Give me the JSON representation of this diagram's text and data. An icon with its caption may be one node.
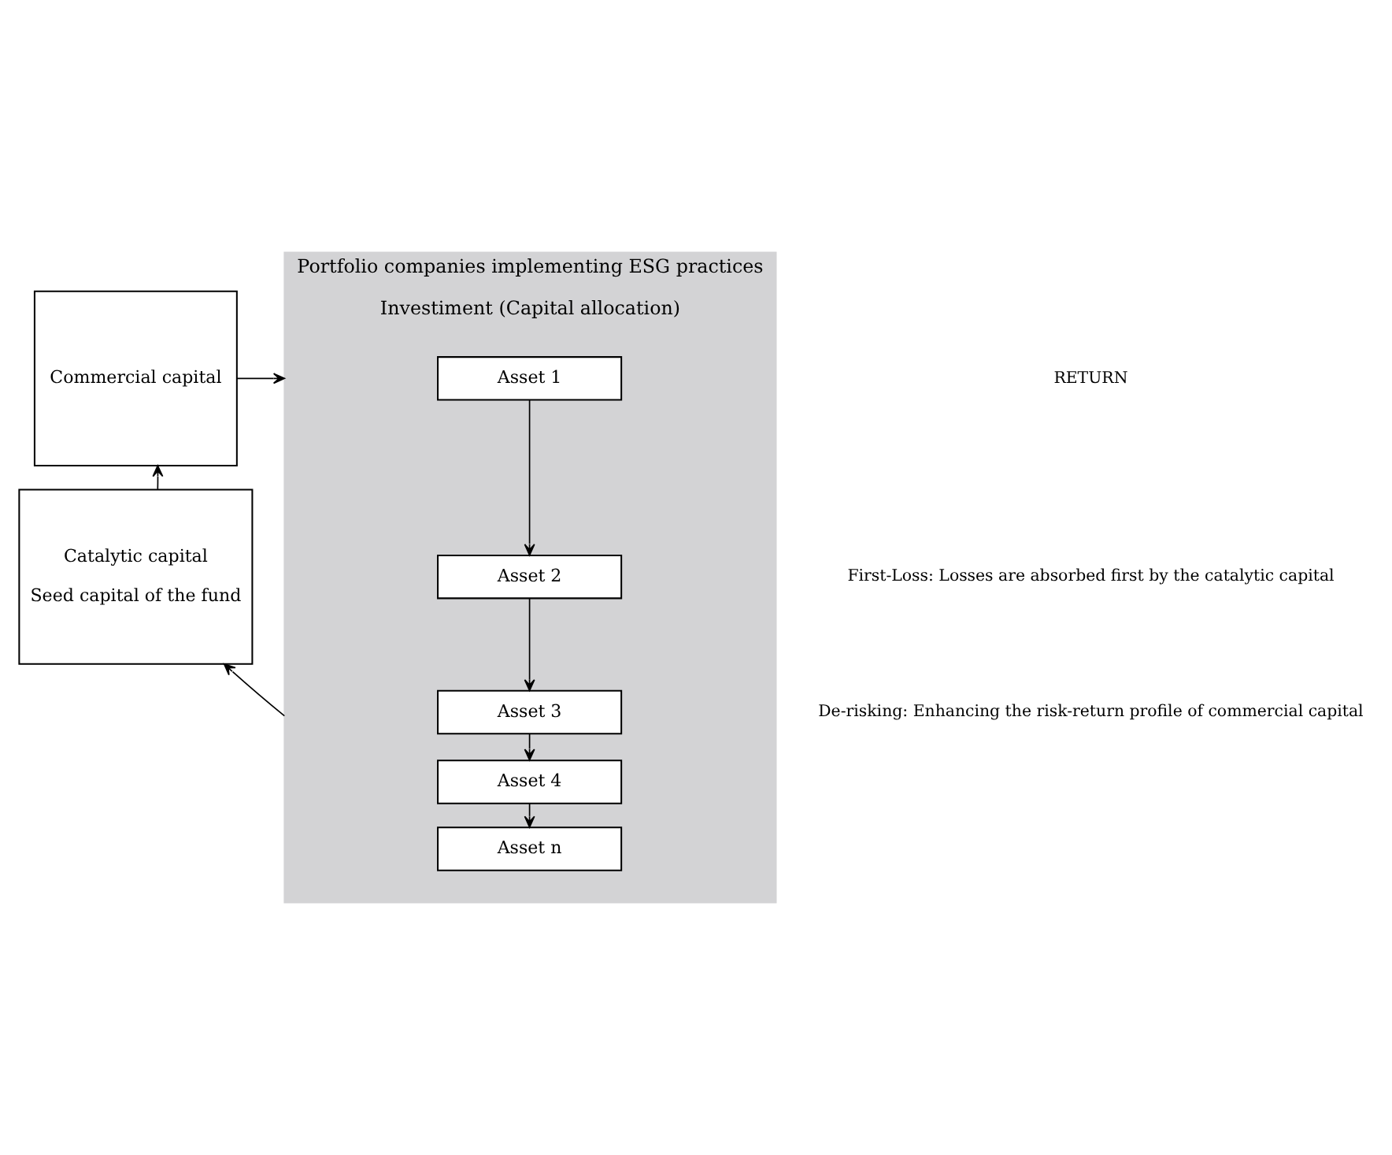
{
  "diagram": {
    "nodes": [
      {
        "text": [
          "Commercial capital"
        ]
      },
      {
        "text": [
          "Catalytic capital",
          "Seed capital of the fund"
        ]
      },
      {
        "text": [
          "Portfolio companies implementing ESG practices",
          "Investiment (Capital allocation)"
        ]
      },
      {
        "text": [
          "Asset 1"
        ],
        "in": 2
      },
      {
        "text": [
          "Asset 2"
        ],
        "in": 2
      },
      {
        "text": [
          "Asset 3"
        ],
        "in": 2
      },
      {
        "text": [
          "Asset 4"
        ],
        "in": 2
      },
      {
        "text": [
          "Asset n"
        ],
        "in": 2
      }
    ],
    "edges": [
      {
        "from": 0,
        "to": 2,
        "arrow": "to"
      },
      {
        "from": 1,
        "to": 0,
        "arrow": "to"
      },
      {
        "from": 2,
        "to": 1,
        "arrow": "to"
      },
      {
        "from": 3,
        "to": 4,
        "arrow": "to"
      },
      {
        "from": 4,
        "to": 5,
        "arrow": "to"
      },
      {
        "from": 5,
        "to": 6,
        "arrow": "to"
      },
      {
        "from": 6,
        "to": 7,
        "arrow": "to"
      }
    ],
    "labels": [
      "RETURN",
      "First-Loss: Losses are absorbed first by the catalytic capital",
      "De-risking: Enhancing the risk-return profile of commercial capital"
    ]
  }
}
